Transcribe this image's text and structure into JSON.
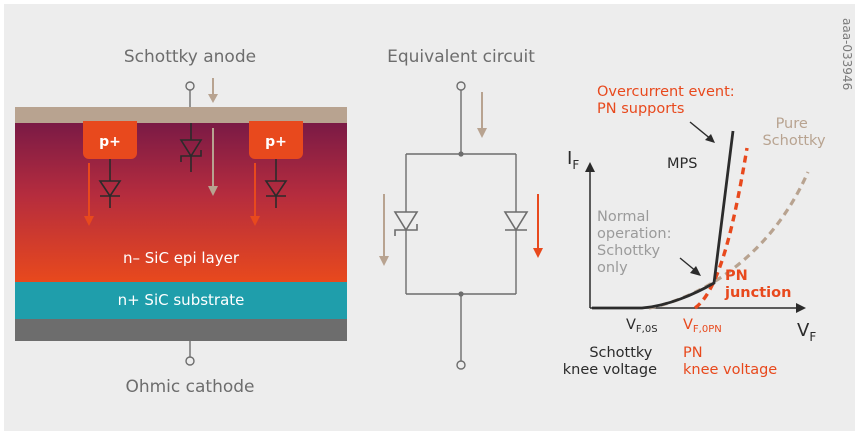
{
  "device": {
    "anode_label": "Schottky anode",
    "cathode_label": "Ohmic cathode",
    "p_region_left": "p+",
    "p_region_right": "p+",
    "epi_layer": "n– SiC epi layer",
    "substrate": "n+ SiC substrate"
  },
  "circuit": {
    "title": "Equivalent circuit"
  },
  "graph": {
    "y_axis": "I",
    "y_axis_sub": "F",
    "x_axis": "V",
    "x_axis_sub": "F",
    "overcurrent_line1": "Overcurrent event:",
    "overcurrent_line2": "PN supports",
    "pure_line1": "Pure",
    "pure_line2": "Schottky",
    "mps": "MPS",
    "normal_line1": "Normal",
    "normal_line2": "operation:",
    "normal_line3": "Schottky",
    "normal_line4": "only",
    "pn_junction_line1": "PN",
    "pn_junction_line2": "junction",
    "vf0s_main": "V",
    "vf0s_sub": "F,0S",
    "vf0pn_main": "V",
    "vf0pn_sub": "F,0PN",
    "schottky_knee_line1": "Schottky",
    "schottky_knee_line2": "knee voltage",
    "pn_knee_line1": "PN",
    "pn_knee_line2": "knee voltage"
  },
  "figure_id": "aaa-033946",
  "colors": {
    "orange": "#e8491d",
    "taupe": "#b8a390",
    "teal": "#1f9eab",
    "gray": "#6d6d6d",
    "dark": "#2b2b2b",
    "muted_text": "#9b9b9b"
  }
}
